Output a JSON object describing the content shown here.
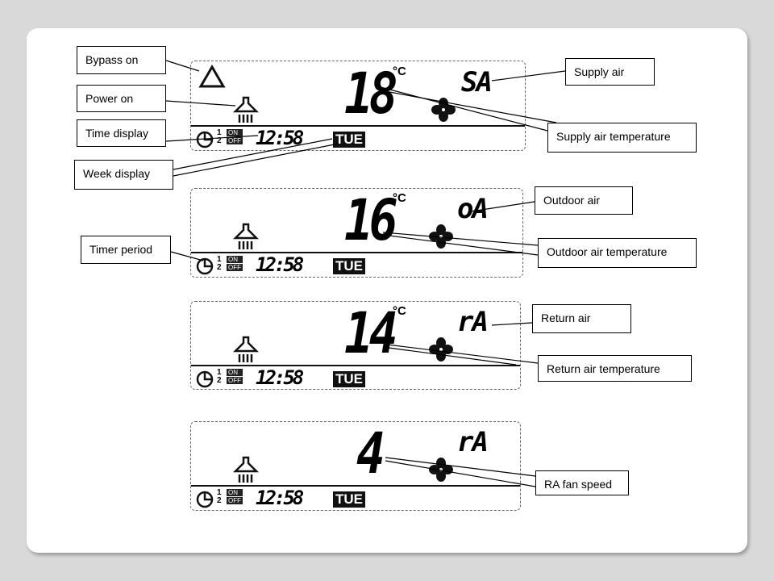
{
  "labels": {
    "bypass_on": "Bypass on",
    "power_on": "Power on",
    "time_display": "Time display",
    "week_display": "Week display",
    "supply_air": "Supply air",
    "supply_air_temperature": "Supply air temperature",
    "outdoor_air": "Outdoor air",
    "outdoor_air_temperature": "Outdoor air temperature",
    "timer_period": "Timer period",
    "return_air": "Return air",
    "return_air_temperature": "Return air temperature",
    "ra_fan_speed": "RA fan speed"
  },
  "panels": [
    {
      "value": "18",
      "unit": "°C",
      "code": "SA",
      "time": "12:58",
      "day": "TUE",
      "on": "ON",
      "off": "OFF",
      "period1": "1",
      "period2": "2"
    },
    {
      "value": "16",
      "unit": "°C",
      "code": "oA",
      "time": "12:58",
      "day": "TUE",
      "on": "ON",
      "off": "OFF",
      "period1": "1",
      "period2": "2"
    },
    {
      "value": "14",
      "unit": "°C",
      "code": "rA",
      "time": "12:58",
      "day": "TUE",
      "on": "ON",
      "off": "OFF",
      "period1": "1",
      "period2": "2"
    },
    {
      "value": "4",
      "code": "rA",
      "time": "12:58",
      "day": "TUE",
      "on": "ON",
      "off": "OFF",
      "period1": "1",
      "period2": "2"
    }
  ]
}
